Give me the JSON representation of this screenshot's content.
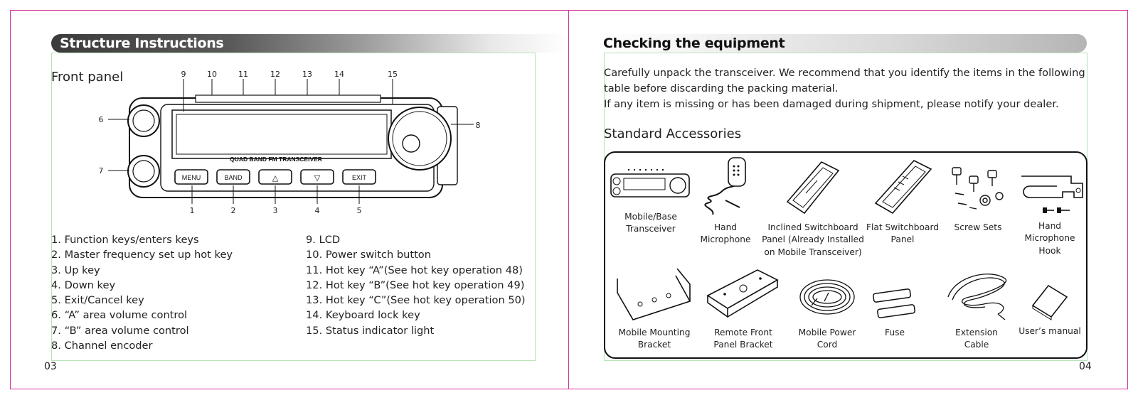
{
  "left_page": {
    "header": "Structure Instructions",
    "subtitle": "Front panel",
    "diagram": {
      "callouts": [
        "1",
        "2",
        "3",
        "4",
        "5",
        "6",
        "7",
        "8",
        "9",
        "10",
        "11",
        "12",
        "13",
        "14",
        "15"
      ],
      "panel_text": "QUAD BAND FM TRANSCEIVER",
      "key_labels": [
        "MENU",
        "BAND",
        "△",
        "▽",
        "EXIT"
      ]
    },
    "list_col1": [
      "1. Function keys/enters keys",
      "2. Master frequency set up hot key",
      "3. Up key",
      "4. Down key",
      "5. Exit/Cancel key",
      "6. “A” area volume control",
      "7. “B” area volume control",
      "8. Channel encoder"
    ],
    "list_col2": [
      "9. LCD",
      "10. Power switch button",
      "11. Hot key  “A”(See hot key operation 48)",
      "12. Hot key  “B”(See hot key operation 49)",
      "13. Hot key  “C”(See hot key operation 50)",
      "14. Keyboard lock key",
      "15. Status indicator light"
    ],
    "page_number": "03"
  },
  "right_page": {
    "header": "Checking the equipment",
    "paragraph_lines": [
      "Carefully unpack the transceiver. We recommend that you identify the items in the following",
      "table before discarding the packing material.",
      "If any item is missing or has been damaged during shipment, please notify your dealer."
    ],
    "subtitle": "Standard Accessories",
    "accessories_row1": [
      {
        "label": "Mobile/Base\nTransceiver",
        "icon": "transceiver-icon"
      },
      {
        "label": "Hand\nMicrophone",
        "icon": "microphone-icon"
      },
      {
        "label": "Inclined Switchboard\nPanel (Already Installed\non Mobile Transceiver)",
        "icon": "inclined-panel-icon"
      },
      {
        "label": "Flat Switchboard\nPanel",
        "icon": "flat-panel-icon"
      },
      {
        "label": "Screw Sets",
        "icon": "screws-icon"
      },
      {
        "label": "Hand\nMicrophone\nHook",
        "icon": "hook-icon"
      }
    ],
    "accessories_row2": [
      {
        "label": "Mobile Mounting\nBracket",
        "icon": "bracket-icon"
      },
      {
        "label": "Remote Front\nPanel Bracket",
        "icon": "remote-bracket-icon"
      },
      {
        "label": "Mobile Power\nCord",
        "icon": "power-cord-icon"
      },
      {
        "label": "Fuse",
        "icon": "fuse-icon"
      },
      {
        "label": "Extension\nCable",
        "icon": "cable-icon"
      },
      {
        "label": "User’s manual",
        "icon": "manual-icon"
      }
    ],
    "page_number": "04"
  }
}
